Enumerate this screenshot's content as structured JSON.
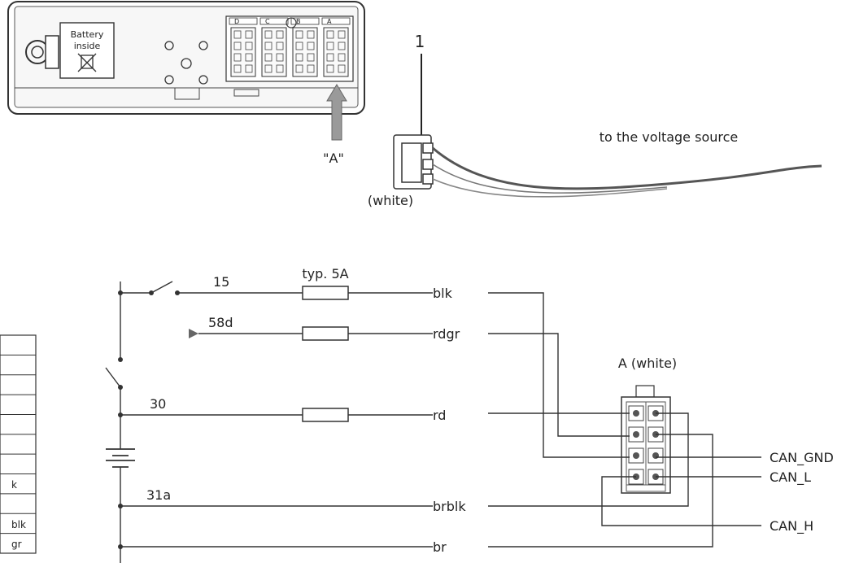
{
  "device": {
    "battery_label_line1": "Battery",
    "battery_label_line2": "inside",
    "slot_labels": [
      "D",
      "C",
      "B",
      "A"
    ],
    "arrow_label": "\"A\"",
    "callout_number": "1",
    "connector_color_label": "(white)",
    "cable_label": "to the voltage source"
  },
  "schematic": {
    "wires": [
      {
        "terminal": "15",
        "fuse_label": "typ. 5A",
        "color_code": "blk"
      },
      {
        "terminal": "58d",
        "fuse_label": "",
        "color_code": "rdgr"
      },
      {
        "terminal": "30",
        "fuse_label": "",
        "color_code": "rd"
      },
      {
        "terminal": "31a",
        "fuse_label": "",
        "color_code": "brblk"
      },
      {
        "terminal": "",
        "fuse_label": "",
        "color_code": "br"
      }
    ],
    "connector_title": "A (white)",
    "bus_signals": [
      "CAN_GND",
      "CAN_L",
      "CAN_H"
    ]
  },
  "side_table": {
    "rows": [
      "",
      "",
      "",
      "",
      "",
      "",
      "",
      "k",
      "",
      "blk",
      "gr"
    ]
  }
}
